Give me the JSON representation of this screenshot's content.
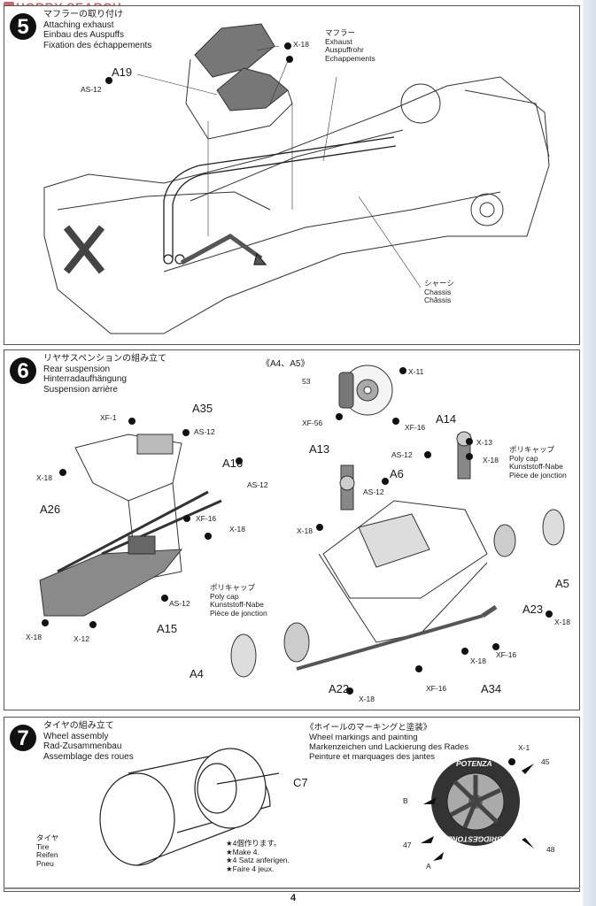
{
  "watermark": {
    "text": "HOBBY SEARCH"
  },
  "page_number": "4",
  "steps": [
    {
      "number": "5",
      "title_ja": "マフラーの取り付け",
      "title_en": "Attaching exhaust",
      "title_de": "Einbau des Auspuffs",
      "title_fr": "Fixation des échappements",
      "callouts": {
        "muffler": {
          "ja": "マフラー",
          "en": "Exhaust",
          "de": "Auspuffrohr",
          "fr": "Echappements"
        },
        "chassis": {
          "ja": "シャーシ",
          "en": "Chassis",
          "fr": "Châssis"
        }
      },
      "parts": [
        "A19"
      ],
      "screws": [
        "AS-12",
        "X-18"
      ]
    },
    {
      "number": "6",
      "title_ja": "リヤサスペンションの組み立て",
      "title_en": "Rear suspension",
      "title_de": "Hinterradaufhängung",
      "title_fr": "Suspension arrière",
      "subassembly_label": "《A4、A5》",
      "polycap": {
        "ja": "ポリキャップ",
        "en": "Poly cap",
        "de": "Kunststoff-Nabe",
        "fr": "Pièce de jonction"
      },
      "parts": [
        "A35",
        "A16",
        "A26",
        "A15",
        "A13",
        "A14",
        "A6",
        "A5",
        "A23",
        "A4",
        "A22",
        "A34"
      ],
      "screws": [
        "XF-1",
        "AS-12",
        "X-18",
        "XF-16",
        "X-12",
        "X-11",
        "XF-56",
        "X-13"
      ],
      "decal": "53"
    },
    {
      "number": "7",
      "title_ja": "タイヤの組み立て",
      "title_en": "Wheel assembly",
      "title_de": "Rad-Zusammenbau",
      "title_fr": "Assemblage des roues",
      "tire": {
        "ja": "タイヤ",
        "en": "Tire",
        "de": "Reifen",
        "fr": "Pneu"
      },
      "parts": [
        "C7"
      ],
      "make_note": [
        "★4個作ります。",
        "★Make 4.",
        "★4 Satz anferigen.",
        "★Faire 4 jeux."
      ],
      "markings": {
        "title_ja": "《ホイールのマーキングと塗装》",
        "title_en": "Wheel markings and painting",
        "title_de": "Markenzeichen und Lackierung des Rades",
        "title_fr": "Peinture et  marquages des jantes",
        "paint": "X-1",
        "decals": [
          "45",
          "B",
          "47",
          "A",
          "48"
        ],
        "tire_text_top": "POTENZA",
        "tire_text_bottom": "BRIDGESTONE"
      }
    }
  ]
}
